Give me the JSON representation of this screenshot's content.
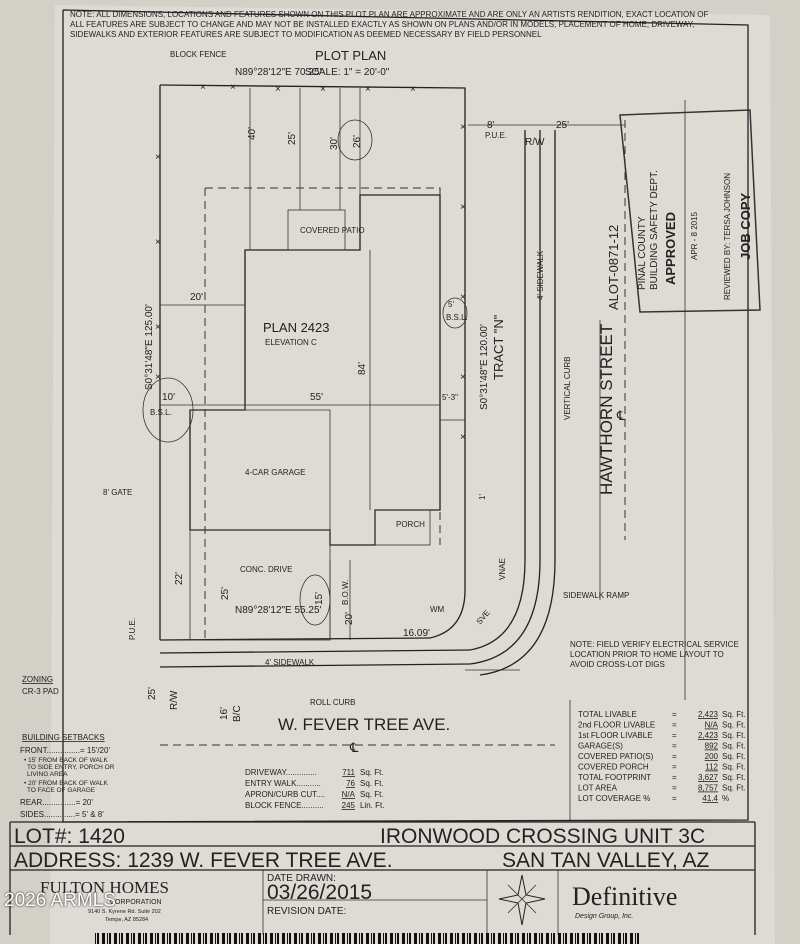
{
  "note_top": [
    "NOTE: ALL DIMENSIONS, LOCATIONS AND FEATURES SHOWN ON THIS PLOT PLAN ARE APPROXIMATE AND ARE ONLY AN ARTISTS RENDITION, EXACT LOCATION OF",
    "ALL FEATURES ARE SUBJECT TO CHANGE AND MAY NOT BE INSTALLED EXACTLY AS SHOWN ON PLANS AND/OR IN MODELS, PLACEMENT OF HOME, DRIVEWAY,",
    "SIDEWALKS AND EXTERIOR FEATURES ARE SUBJECT TO MODIFICATION AS DEEMED NECESSARY BY FIELD PERSONNEL"
  ],
  "title": "PLOT PLAN",
  "scale": "SCALE: 1\" = 20'-0\"",
  "plan": {
    "block_fence": "BLOCK FENCE",
    "top_bearing": "N89°28'12\"E 70.25'",
    "bottom_bearing": "N89°28'12\"E 55.25'",
    "left_bearing": "S0°31'48\"E 125.00'",
    "right_bearing": "S0°31'48\"E 120.00'",
    "tract": "TRACT \"N\"",
    "plan_name": "PLAN 2423",
    "elevation": "ELEVATION C",
    "covered_patio": "COVERED PATIO",
    "garage": "4-CAR GARAGE",
    "porch": "PORCH",
    "conc_drive": "CONC. DRIVE",
    "gate": "8' GATE",
    "bsl": "B.S.L.",
    "pue": "P.U.E.",
    "rw": "R/W",
    "bc": "B/C",
    "bow": "B.O.W.",
    "dims": {
      "d40": "40'",
      "d25": "25'",
      "d30": "30'",
      "d26": "26'",
      "d20": "20'",
      "d55": "55'",
      "d84": "84'",
      "d10": "10'",
      "d5": "5'",
      "d53": "5'-3\"",
      "d8": "8'",
      "d25b": "25'",
      "d22": "22'",
      "d25c": "25'",
      "d15": "15'",
      "d20b": "20'",
      "d1609": "16.09'",
      "d16": "16'",
      "d25d": "25'",
      "d1": "1'"
    },
    "vnae": "VNAE",
    "sve": "SVE",
    "wm": "WM",
    "sidewalk_4": "4' SIDEWALK",
    "vertical_curb": "VERTICAL CURB",
    "roll_curb": "ROLL CURB",
    "sidewalk_ramp": "SIDEWALK RAMP",
    "street_right": "HAWTHORN STREET",
    "street_bottom": "W. FEVER TREE AVE.",
    "centerline": "℄"
  },
  "stamp": {
    "handwritten": "ALOT-0871-12",
    "county": "PINAL COUNTY",
    "dept": "BUILDING SAFETY DEPT.",
    "approved": "APPROVED",
    "date": "APR - 8 2015",
    "reviewed": "REVIEWED BY: TERSA JOHNSON",
    "job_copy": "JOB COPY"
  },
  "note_electrical": [
    "NOTE: FIELD VERIFY ELECTRICAL SERVICE",
    "LOCATION PRIOR TO HOME LAYOUT TO",
    "AVOID CROSS-LOT DIGS"
  ],
  "zoning": {
    "heading": "ZONING",
    "value": "CR-3 PAD"
  },
  "setbacks": {
    "heading": "BUILDING SETBACKS",
    "front": "FRONT...............= 15'/20'",
    "note1": [
      "• 15' FROM BACK OF WALK",
      "TO SIDE ENTRY, PORCH OR",
      "LIVING AREA"
    ],
    "note2": [
      "• 20' FROM BACK OF WALK",
      "TO FACE OF GARAGE"
    ],
    "rear": "REAR...............= 20'",
    "sides": "SIDES..............= 5' & 8'"
  },
  "site_areas": [
    {
      "label": "DRIVEWAY..............",
      "value": "711",
      "unit": "Sq. Ft."
    },
    {
      "label": "ENTRY WALK...........",
      "value": "76",
      "unit": "Sq. Ft."
    },
    {
      "label": "APRON/CURB CUT....",
      "value": "N/A",
      "unit": "Sq. Ft."
    },
    {
      "label": "BLOCK FENCE..........",
      "value": "245",
      "unit": "Lin. Ft."
    }
  ],
  "summary": [
    {
      "label": "TOTAL LIVABLE",
      "value": "2,423",
      "unit": "Sq. Ft."
    },
    {
      "label": "2nd FLOOR LIVABLE",
      "value": "N/A",
      "unit": "Sq. Ft."
    },
    {
      "label": "1st FLOOR LIVABLE",
      "value": "2,423",
      "unit": "Sq. Ft."
    },
    {
      "label": "GARAGE(S)",
      "value": "892",
      "unit": "Sq. Ft."
    },
    {
      "label": "COVERED PATIO(S)",
      "value": "200",
      "unit": "Sq. Ft."
    },
    {
      "label": "COVERED PORCH",
      "value": "112",
      "unit": "Sq. Ft."
    },
    {
      "label": "TOTAL FOOTPRINT",
      "value": "3,627",
      "unit": "Sq. Ft."
    },
    {
      "label": "LOT AREA",
      "value": "8,757",
      "unit": "Sq. Ft."
    },
    {
      "label": "LOT COVERAGE %",
      "value": "41.4",
      "unit": "%"
    }
  ],
  "lot": "LOT#: 1420",
  "subdivision": "IRONWOOD CROSSING UNIT 3C",
  "address": "ADDRESS: 1239 W. FEVER TREE AVE.",
  "city": "SAN TAN VALLEY, AZ",
  "builder": {
    "name": "FULTON HOMES",
    "sub": "CORPORATION",
    "addr1": "9140 S. Kyrene Rd. Suite 202",
    "addr2": "Tempe, AZ 85284"
  },
  "date_drawn_label": "DATE DRAWN:",
  "date_drawn": "03/26/2015",
  "revision_label": "REVISION DATE:",
  "designer": {
    "name": "Definitive",
    "sub": "Design Group, Inc."
  },
  "watermark": "2026 ARMLS"
}
